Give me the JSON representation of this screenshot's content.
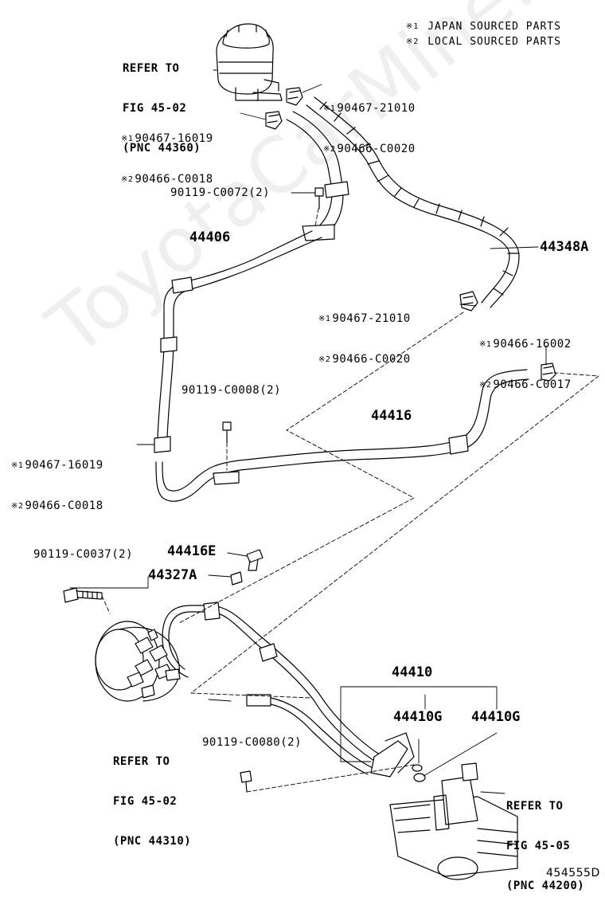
{
  "notes": {
    "n1": {
      "mark": "※1",
      "text": "JAPAN SOURCED PARTS"
    },
    "n2": {
      "mark": "※2",
      "text": "LOCAL SOURCED PARTS"
    }
  },
  "refs": {
    "reservoir": [
      "REFER TO",
      "FIG 45-02",
      "(PNC 44360)"
    ],
    "pump": [
      "REFER TO",
      "FIG 45-02",
      "(PNC 44310)"
    ],
    "gear": [
      "REFER TO",
      "FIG 45-05",
      "(PNC 44200)"
    ]
  },
  "clamps": {
    "upper_right": {
      "m1": "※1",
      "p1": "90467-21010",
      "m2": "※2",
      "p2": "90466-C0020"
    },
    "upper_left": {
      "m1": "※1",
      "p1": "90467-16019",
      "m2": "※2",
      "p2": "90466-C0018"
    },
    "middle": {
      "m1": "※1",
      "p1": "90467-21010",
      "m2": "※2",
      "p2": "90466-C0020"
    },
    "right": {
      "m1": "※1",
      "p1": "90466-16002",
      "m2": "※2",
      "p2": "90466-C0017"
    },
    "lower_left": {
      "m1": "※1",
      "p1": "90467-16019",
      "m2": "※2",
      "p2": "90466-C0018"
    }
  },
  "parts": {
    "bolt_c0072": "90119-C0072(2)",
    "hose_44406": "44406",
    "hose_44348a": "44348A",
    "bolt_c0008": "90119-C0008(2)",
    "hose_44416": "44416",
    "bolt_c0037": "90119-C0037(2)",
    "union_44416e": "44416E",
    "gasket_44327a": "44327A",
    "tube_44410": "44410",
    "ring_44410g_a": "44410G",
    "ring_44410g_b": "44410G",
    "bolt_c0080": "90119-C0080(2)"
  },
  "diagram_id": "454555D",
  "watermark": "ToyotaCarMine.ru",
  "colors": {
    "line": "#000000",
    "background": "#ffffff"
  }
}
